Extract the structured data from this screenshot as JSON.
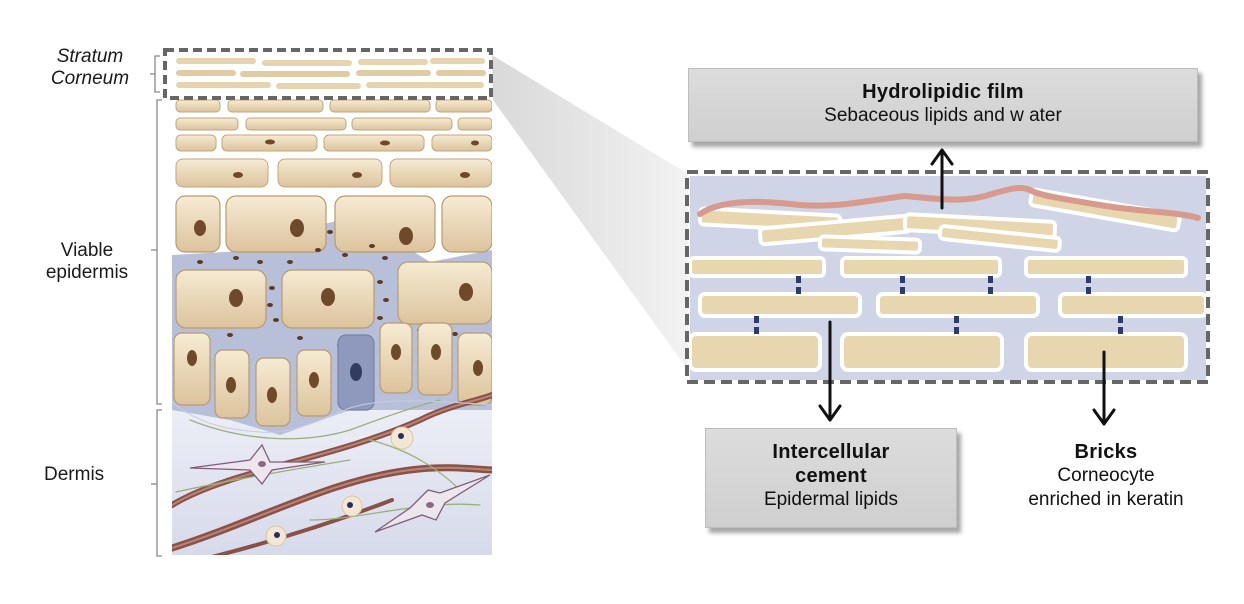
{
  "layer_labels": {
    "stratum_corneum": [
      "Stratum",
      "Corneum"
    ],
    "viable_epidermis": [
      "Viable",
      "epidermis"
    ],
    "dermis": "Dermis"
  },
  "callouts": {
    "hydrolipidic": {
      "title": "Hydrolipidic film",
      "subtitle": "Sebaceous lipids and w ater"
    },
    "cement": {
      "title": [
        "Intercellular",
        "cement"
      ],
      "subtitle": "Epidermal lipids"
    },
    "bricks": {
      "title": "Bricks",
      "subtitle": [
        "Corneocyte",
        "enriched in keratin"
      ]
    }
  },
  "colors": {
    "cell_fill": "#e9d8b6",
    "cell_stroke": "#b79b70",
    "nucleus": "#6e4a2a",
    "lipid_blue": "#b8bfd9",
    "dermis_bg": "#e2e4f0",
    "fiber": "#8a5146",
    "film": "#d79a8c",
    "dash": "#6a6a6a"
  }
}
